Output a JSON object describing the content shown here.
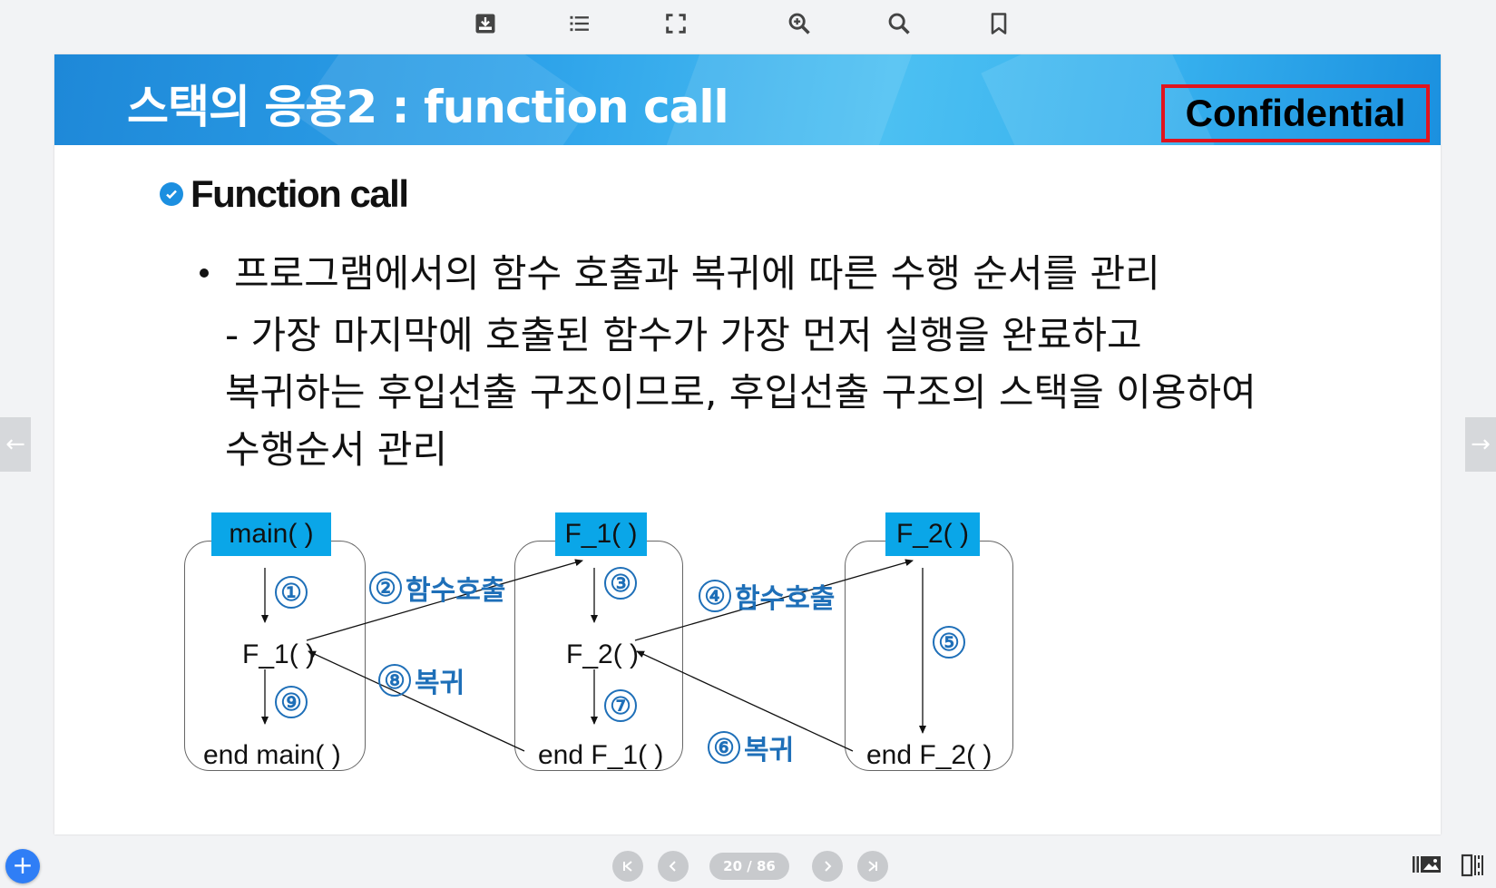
{
  "toolbar": {
    "icons": [
      "download-icon",
      "list-icon",
      "fullscreen-icon",
      "zoom-in-icon",
      "search-icon",
      "bookmark-icon"
    ]
  },
  "slide": {
    "title": "스택의 응용2 : function call",
    "confidential": "Confidential",
    "section_title": "Function call",
    "bullet": "프로그램에서의 함수 호출과 복귀에 따른 수행 순서를 관리",
    "description": "- 가장 마지막에 호출된 함수가 가장 먼저 실행을 완료하고\n복귀하는 후입선출 구조이므로, 후입선출 구조의 스택을 이용하여\n수행순서 관리"
  },
  "diagram": {
    "boxes": [
      {
        "label": "main( )",
        "call_line": "F_1( )",
        "end_line": "end main( )"
      },
      {
        "label": "F_1( )",
        "call_line": "F_2( )",
        "end_line": "end F_1( )"
      },
      {
        "label": "F_2( )",
        "end_line": "end F_2( )"
      }
    ],
    "step_numbers": {
      "s1": "①",
      "s3": "③",
      "s5": "⑤",
      "s7": "⑦",
      "s9": "⑨"
    },
    "steps": [
      {
        "num": "②",
        "text": "함수호출"
      },
      {
        "num": "④",
        "text": "함수호출"
      },
      {
        "num": "⑧",
        "text": "복귀"
      },
      {
        "num": "⑥",
        "text": "복귀"
      }
    ]
  },
  "pager": {
    "page_indicator": "20 / 86"
  },
  "colors": {
    "header_blue": "#2ea3ea",
    "label_cyan": "#0aa6e8",
    "step_blue": "#1e6fb8",
    "confidential_border": "#e0141e",
    "fab_blue": "#2f7ef6"
  }
}
